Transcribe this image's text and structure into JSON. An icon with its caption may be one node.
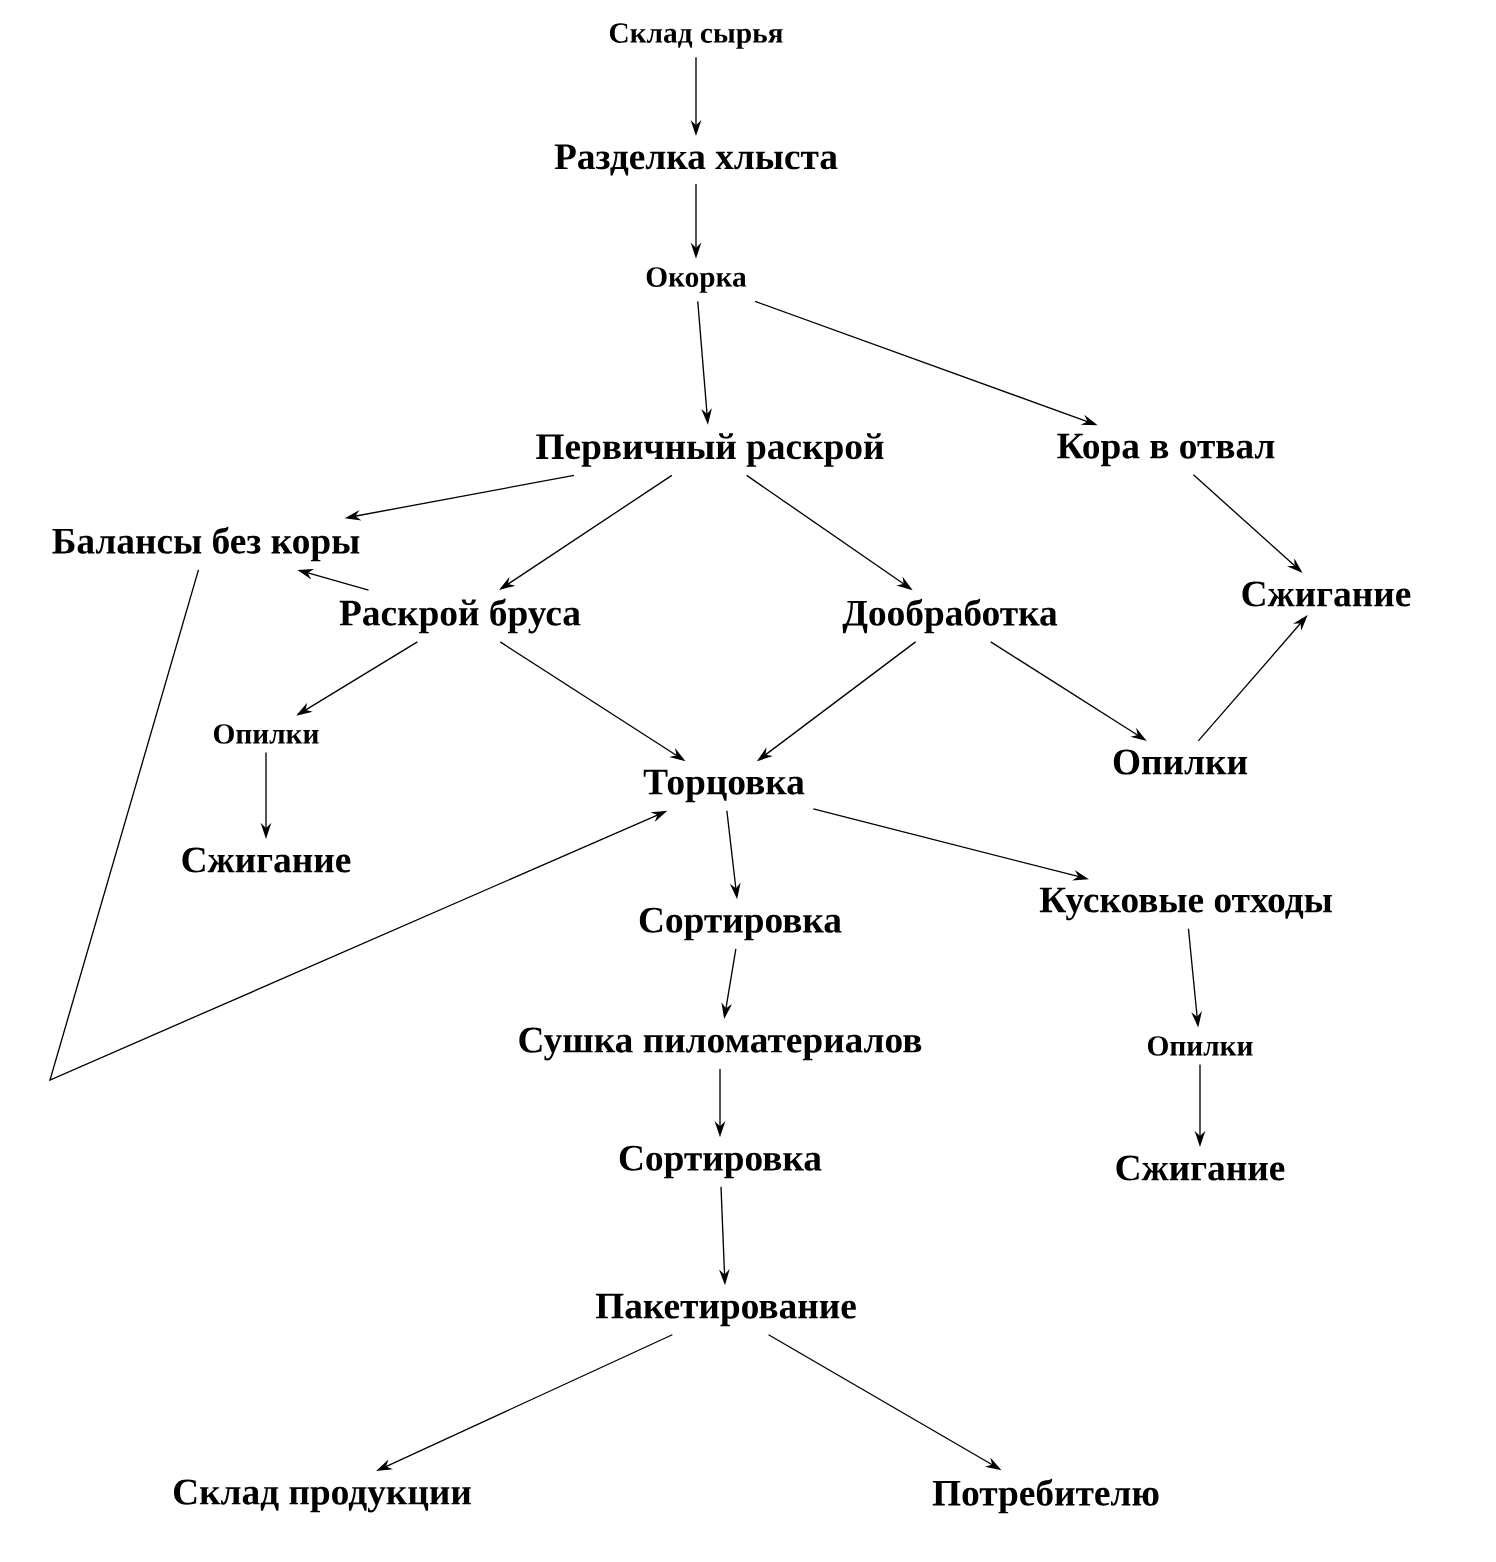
{
  "diagram": {
    "nodes": [
      {
        "text": [
          "Склад сырья"
        ]
      },
      {
        "text": [
          "Разделка хлыста"
        ]
      },
      {
        "text": [
          "Окорка"
        ]
      },
      {
        "text": [
          "Первичный раскрой"
        ]
      },
      {
        "text": [
          "Кора в отвал"
        ]
      },
      {
        "text": [
          "Балансы без коры"
        ]
      },
      {
        "text": [
          "Раскрой бруса"
        ]
      },
      {
        "text": [
          "Дообработка"
        ]
      },
      {
        "text": [
          "Сжигание"
        ]
      },
      {
        "text": [
          "Опилки"
        ]
      },
      {
        "text": [
          "Опилки"
        ]
      },
      {
        "text": [
          "Сжигание"
        ]
      },
      {
        "text": [
          "Торцовка"
        ]
      },
      {
        "text": [
          "Сортировка"
        ]
      },
      {
        "text": [
          "Кусковые отходы"
        ]
      },
      {
        "text": [
          "Сушка пиломатериалов"
        ]
      },
      {
        "text": [
          "Опилки"
        ]
      },
      {
        "text": [
          "Сортировка"
        ]
      },
      {
        "text": [
          "Сжигание"
        ]
      },
      {
        "text": [
          "Пакетирование"
        ]
      },
      {
        "text": [
          "Склад продукции"
        ]
      },
      {
        "text": [
          "Потребителю"
        ]
      }
    ],
    "edges": [
      {
        "from": 0,
        "to": 1,
        "arrow": "to"
      },
      {
        "from": 1,
        "to": 2,
        "arrow": "to"
      },
      {
        "from": 2,
        "to": 3,
        "arrow": "to"
      },
      {
        "from": 2,
        "to": 4,
        "arrow": "to"
      },
      {
        "from": 3,
        "to": 5,
        "arrow": "to"
      },
      {
        "from": 3,
        "to": 6,
        "arrow": "to"
      },
      {
        "from": 3,
        "to": 7,
        "arrow": "to"
      },
      {
        "from": 4,
        "to": 8,
        "arrow": "to"
      },
      {
        "from": 6,
        "to": 5,
        "arrow": "to"
      },
      {
        "from": 6,
        "to": 9,
        "arrow": "to"
      },
      {
        "from": 6,
        "to": 12,
        "arrow": "to"
      },
      {
        "from": 7,
        "to": 12,
        "arrow": "to"
      },
      {
        "from": 7,
        "to": 10,
        "arrow": "to"
      },
      {
        "from": 10,
        "to": 8,
        "arrow": "to"
      },
      {
        "from": 9,
        "to": 11,
        "arrow": "to"
      },
      {
        "from": 5,
        "to": 12,
        "arrow": "to"
      },
      {
        "from": 12,
        "to": 13,
        "arrow": "to"
      },
      {
        "from": 12,
        "to": 14,
        "arrow": "to"
      },
      {
        "from": 13,
        "to": 15,
        "arrow": "to"
      },
      {
        "from": 15,
        "to": 17,
        "arrow": "to"
      },
      {
        "from": 17,
        "to": 19,
        "arrow": "to"
      },
      {
        "from": 14,
        "to": 16,
        "arrow": "to"
      },
      {
        "from": 16,
        "to": 18,
        "arrow": "to"
      },
      {
        "from": 19,
        "to": 20,
        "arrow": "to"
      },
      {
        "from": 19,
        "to": 21,
        "arrow": "to"
      }
    ]
  }
}
